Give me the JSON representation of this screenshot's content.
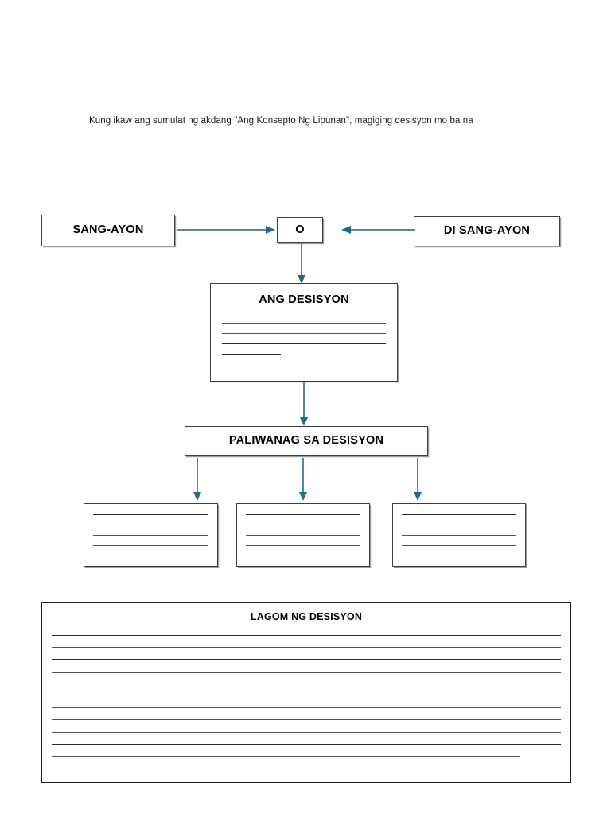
{
  "worksheet": {
    "prompt": "Kung ikaw ang sumulat ng akdang \"Ang Konsepto Ng Lipunan\", magiging desisyon mo ba na",
    "accent_color": "#3d7a96",
    "border_color": "#3f3f3f",
    "line_color": "#2c2c2c",
    "background": "#ffffff"
  },
  "diagram": {
    "agree_box": {
      "label": "SANG-AYON"
    },
    "connector_box": {
      "label": "O"
    },
    "disagree_box": {
      "label": "DI SANG-AYON"
    },
    "decision_box": {
      "label": "ANG DESISYON",
      "answer_lines": 4,
      "last_line_short": true
    },
    "explanation_box": {
      "label": "PALIWANAG SA DESISYON"
    },
    "note_boxes": [
      {
        "name": "note-box-1",
        "lines": 4
      },
      {
        "name": "note-box-2",
        "lines": 4
      },
      {
        "name": "note-box-3",
        "lines": 4
      }
    ],
    "summary_box": {
      "label": "LAGOM NG DESISYON",
      "lines": 11,
      "last_line_short": true
    },
    "arrows": [
      {
        "name": "arrow-agree-to-connector",
        "direction": "right"
      },
      {
        "name": "arrow-disagree-to-connector",
        "direction": "left"
      },
      {
        "name": "arrow-connector-to-decision",
        "direction": "down"
      },
      {
        "name": "arrow-decision-to-explanation",
        "direction": "down"
      },
      {
        "name": "arrow-explanation-to-note-1",
        "direction": "down"
      },
      {
        "name": "arrow-explanation-to-note-2",
        "direction": "down"
      },
      {
        "name": "arrow-explanation-to-note-3",
        "direction": "down"
      }
    ]
  }
}
